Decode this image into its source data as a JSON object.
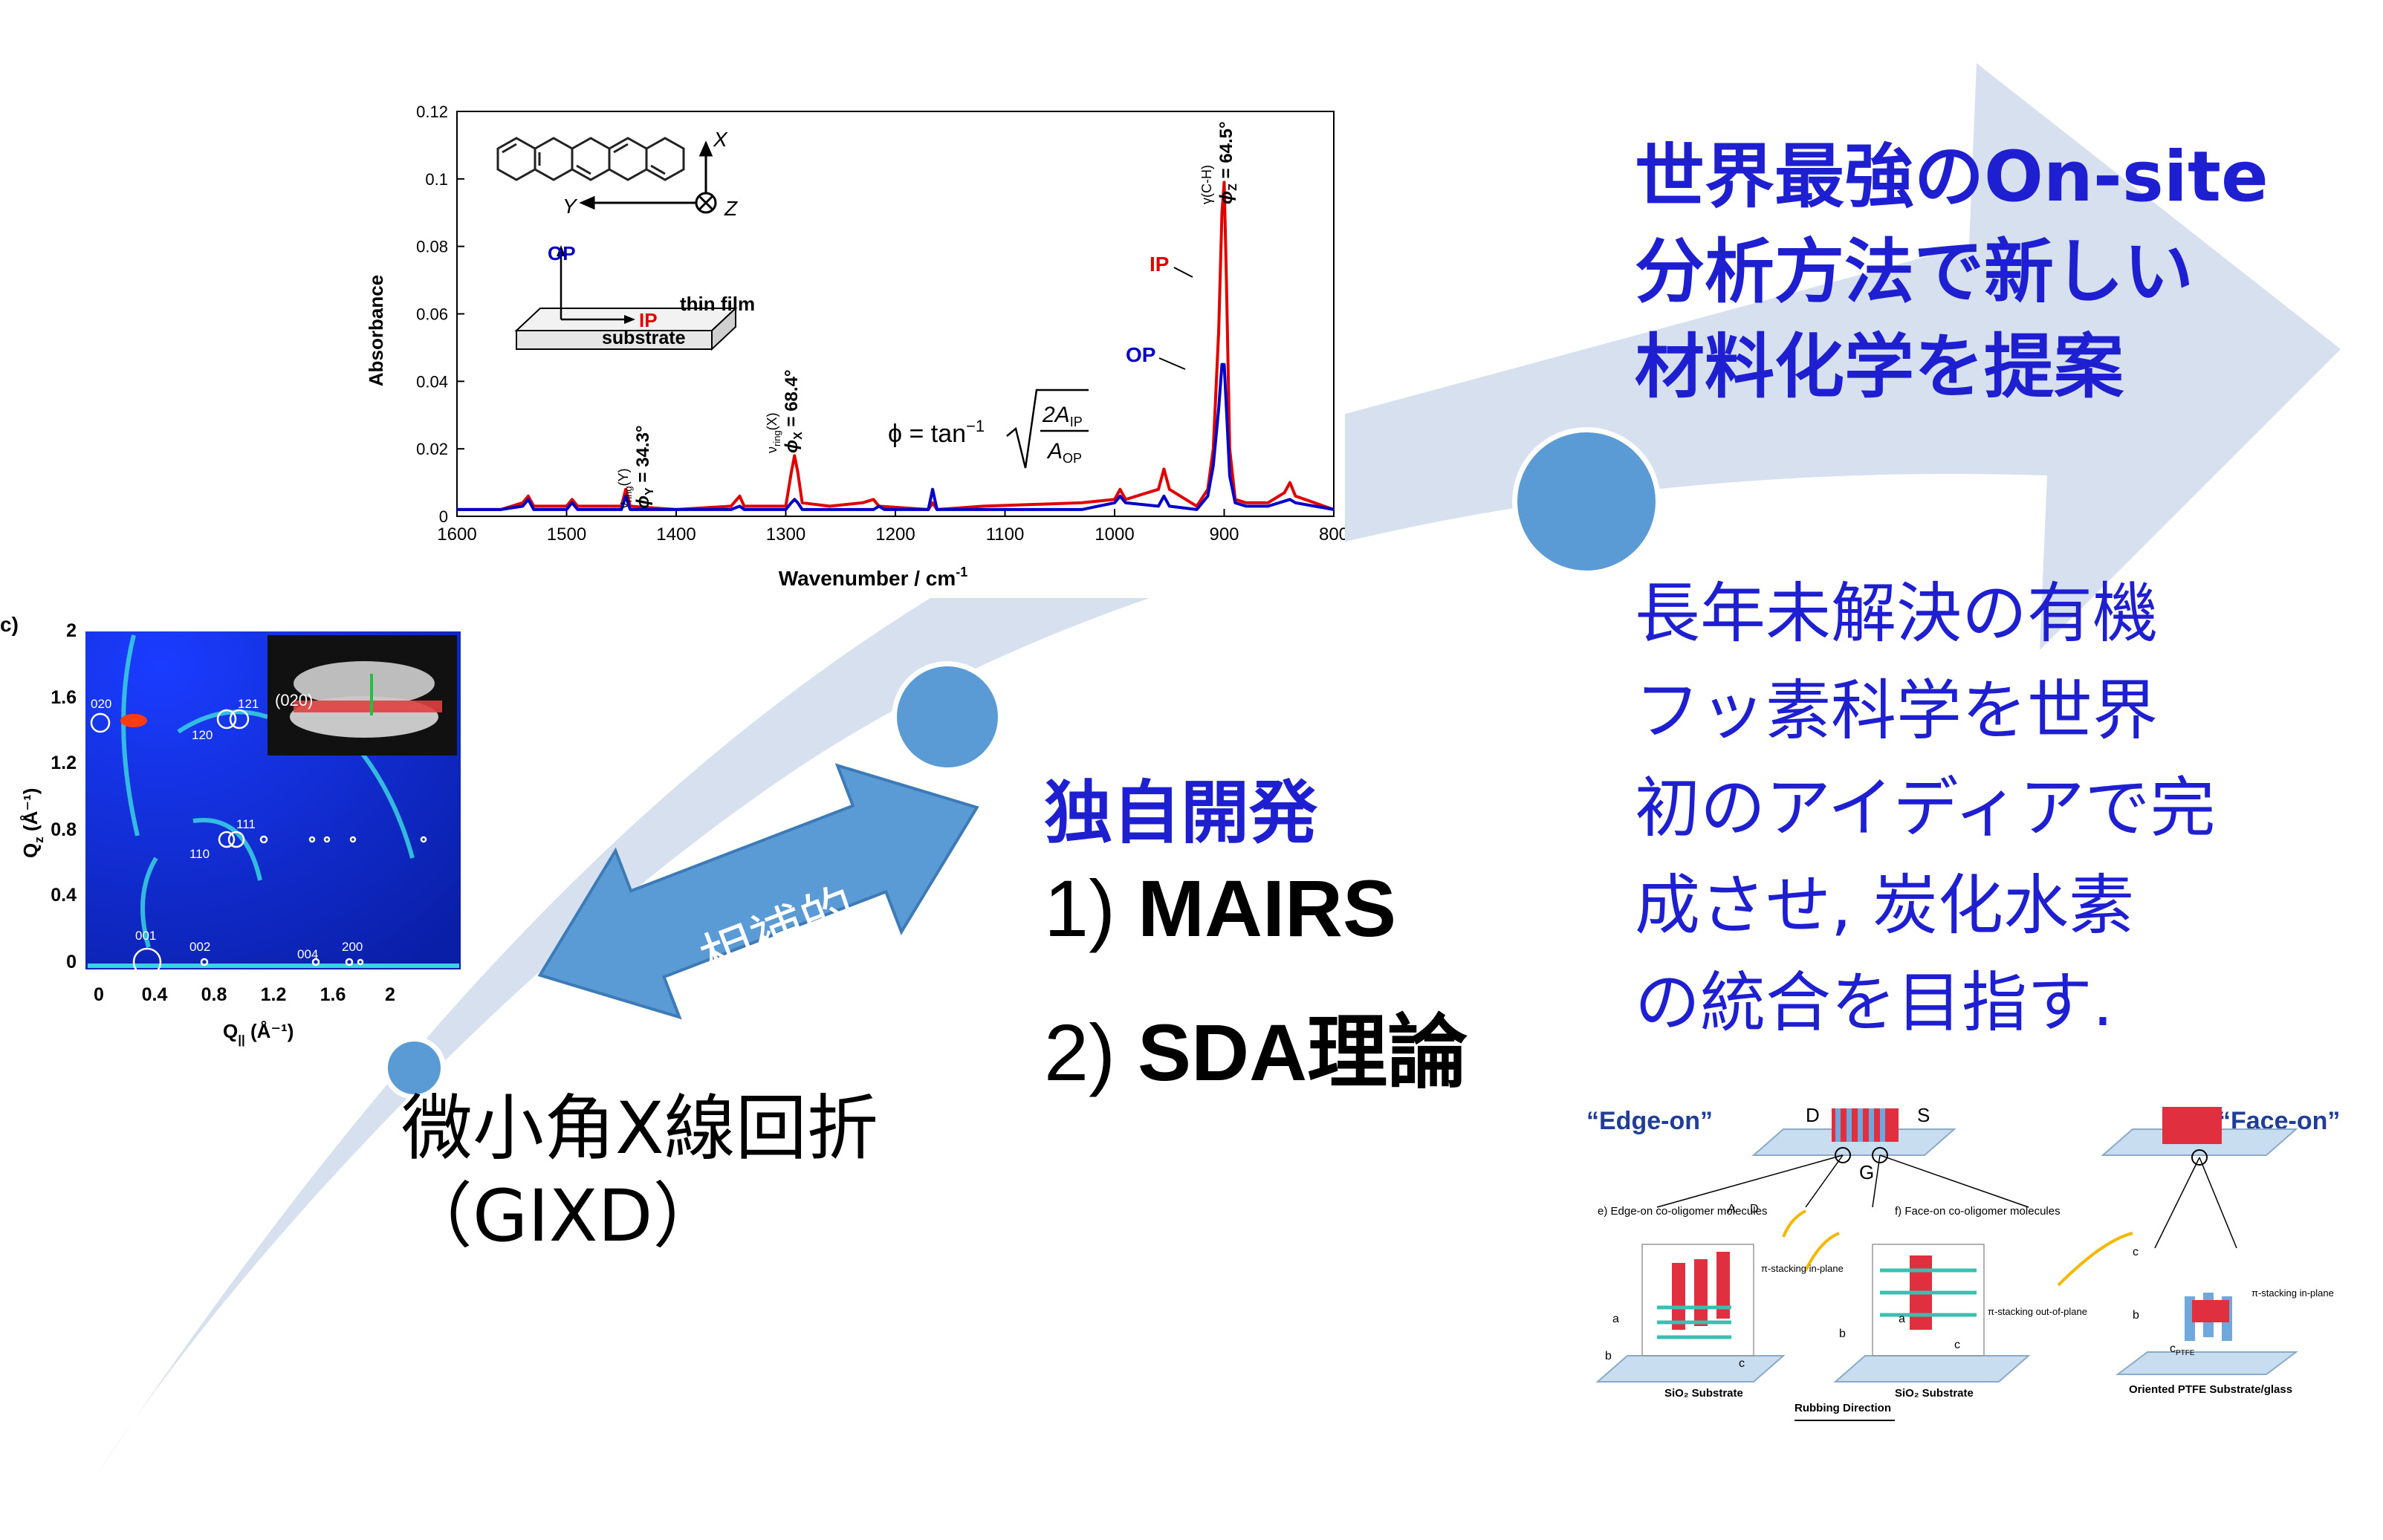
{
  "slide": {
    "headline_lines": [
      "世界最強のOn-site",
      "分析方法で新しい",
      "材料化学を提案"
    ],
    "body_lines": [
      "長年未解決の有機",
      "フッ素科学を世界",
      "初のアイディアで完",
      "成させ, 炭化水素",
      "の統合を目指す."
    ],
    "dev_title": "独自開発",
    "method_1_prefix": "1) ",
    "method_1_bold": "MAIRS",
    "method_2_prefix": "2) ",
    "method_2_bold": "SDA",
    "method_2_suffix": "理論",
    "arrow_label": "相補的",
    "gixd_line1": "微小角X線回折",
    "gixd_line2": "（GIXD）"
  },
  "colors": {
    "arrow_band": "#d6e0ef",
    "bullet": "#5b9bd5",
    "headline_text": "#1f1fd2",
    "double_arrow": "#5b9bd5",
    "ip_series": "#e00000",
    "op_series": "#0000c8"
  },
  "chart_data": {
    "type": "line",
    "xlabel": "Wavenumber / cm",
    "xlabel_sup": "-1",
    "ylabel": "Absorbance",
    "xlim": [
      1600,
      800
    ],
    "ylim": [
      0,
      0.12
    ],
    "x_ticks": [
      1600,
      1500,
      1400,
      1300,
      1200,
      1100,
      1000,
      900,
      800
    ],
    "y_ticks": [
      0,
      0.02,
      0.04,
      0.06,
      0.08,
      0.1,
      0.12
    ],
    "series": [
      {
        "name": "IP",
        "color": "#e00000",
        "x": [
          1600,
          1560,
          1540,
          1535,
          1530,
          1500,
          1495,
          1490,
          1450,
          1446,
          1442,
          1400,
          1350,
          1342,
          1338,
          1300,
          1295,
          1292,
          1289,
          1285,
          1260,
          1230,
          1220,
          1215,
          1170,
          1166,
          1162,
          1120,
          1030,
          1000,
          995,
          990,
          960,
          955,
          950,
          925,
          915,
          910,
          905,
          902,
          900,
          898,
          895,
          890,
          880,
          860,
          845,
          840,
          835,
          800
        ],
        "y": [
          0.002,
          0.002,
          0.004,
          0.006,
          0.003,
          0.003,
          0.005,
          0.003,
          0.003,
          0.008,
          0.003,
          0.002,
          0.003,
          0.006,
          0.003,
          0.003,
          0.013,
          0.018,
          0.013,
          0.004,
          0.003,
          0.004,
          0.005,
          0.003,
          0.002,
          0.004,
          0.002,
          0.003,
          0.004,
          0.005,
          0.008,
          0.005,
          0.008,
          0.014,
          0.008,
          0.003,
          0.008,
          0.02,
          0.055,
          0.09,
          0.099,
          0.07,
          0.02,
          0.005,
          0.004,
          0.004,
          0.007,
          0.01,
          0.006,
          0.002
        ]
      },
      {
        "name": "OP",
        "color": "#0000c8",
        "x": [
          1600,
          1560,
          1540,
          1535,
          1530,
          1500,
          1495,
          1490,
          1450,
          1446,
          1442,
          1400,
          1350,
          1342,
          1338,
          1300,
          1295,
          1292,
          1289,
          1285,
          1220,
          1215,
          1210,
          1170,
          1166,
          1162,
          1120,
          1030,
          1000,
          995,
          990,
          960,
          955,
          950,
          925,
          915,
          910,
          905,
          902,
          900,
          898,
          895,
          890,
          880,
          860,
          840,
          835,
          800
        ],
        "y": [
          0.002,
          0.002,
          0.003,
          0.005,
          0.002,
          0.002,
          0.004,
          0.002,
          0.002,
          0.006,
          0.002,
          0.002,
          0.002,
          0.003,
          0.002,
          0.002,
          0.004,
          0.005,
          0.004,
          0.002,
          0.002,
          0.003,
          0.002,
          0.002,
          0.008,
          0.002,
          0.002,
          0.002,
          0.004,
          0.006,
          0.004,
          0.003,
          0.006,
          0.003,
          0.002,
          0.006,
          0.015,
          0.032,
          0.045,
          0.045,
          0.032,
          0.012,
          0.004,
          0.003,
          0.003,
          0.005,
          0.004,
          0.002
        ]
      }
    ],
    "annotations": {
      "peak_1": {
        "mode": "ν",
        "mode_sub": "ring",
        "mode_axis": "(Y)",
        "phi": "ϕ",
        "phi_sub": "Y",
        "value": " = 34.3°"
      },
      "peak_2": {
        "mode": "ν",
        "mode_sub": "ring",
        "mode_axis": "(X)",
        "phi": "ϕ",
        "phi_sub": "X",
        "value": " = 68.4°"
      },
      "peak_3": {
        "mode": "γ(C-H)",
        "phi": "ϕ",
        "phi_sub": "Z",
        "value": " = 64.5°"
      },
      "ip_label": "IP",
      "op_label": "OP",
      "formula_lhs": "ϕ = tan",
      "formula_sup": "−1",
      "formula_num": "2A",
      "formula_num_sub": "IP",
      "formula_den": "A",
      "formula_den_sub": "OP"
    },
    "inset": {
      "axis_x": "X",
      "axis_y": "Y",
      "axis_z": "Z",
      "op_label": "OP",
      "ip_label": "IP",
      "film_label": "thin film",
      "substrate_label": "substrate"
    }
  },
  "gixd_panel": {
    "panel_letter": "c)",
    "ylabel": "Q",
    "ylabel_sub": "z",
    "ylabel_unit": " (Å⁻¹)",
    "xlabel": "Q",
    "xlabel_sub": "||",
    "xlabel_unit": " (Å⁻¹)",
    "y_ticks": [
      "2",
      "1.6",
      "1.2",
      "0.8",
      "0.4",
      "0"
    ],
    "x_ticks": [
      "0",
      "0.4",
      "0.8",
      "1.2",
      "1.6",
      "2"
    ],
    "reflections": [
      "020",
      "121",
      "120",
      "111",
      "110",
      "001",
      "002",
      "004",
      "200"
    ],
    "inset_label": "(020)"
  },
  "schematic": {
    "edge_on": "“Edge-on”",
    "face_on": "“Face-on”",
    "d_label": "D",
    "s_label": "S",
    "g_label": "G",
    "e_caption": "e) Edge-on co-oligomer molecules",
    "f_caption": "f) Face-on co-oligomer molecules",
    "a_label": "A",
    "d2_label": "D",
    "pi_stack_inplane": "π-stacking in-plane",
    "pi_stack_outplane": "π-stacking out-of-plane",
    "pi_stack_inplane2": "π-stacking in-plane",
    "sio2_1": "SiO₂ Substrate",
    "sio2_2": "SiO₂ Substrate",
    "ptfe": "Oriented PTFE Substrate/glass",
    "rubbing": "Rubbing Direction",
    "axis_a": "a",
    "axis_b": "b",
    "axis_c": "c",
    "c_ptfe": "c",
    "c_ptfe_sub": "PTFE"
  }
}
